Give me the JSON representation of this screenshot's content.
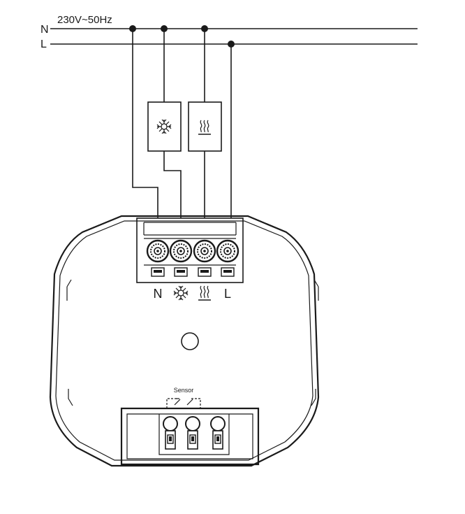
{
  "supply": {
    "voltage_label": "230V~50Hz",
    "line_n_label": "N",
    "line_l_label": "L"
  },
  "loads": [
    {
      "name": "cooling",
      "icon": "snowflake-icon"
    },
    {
      "name": "heating",
      "icon": "heat-waves-icon"
    }
  ],
  "terminal_block": {
    "labels": [
      "N",
      "",
      "",
      "L"
    ],
    "icons": [
      "",
      "snowflake-icon",
      "heat-waves-icon",
      ""
    ]
  },
  "sensor": {
    "label": "Sensor"
  },
  "colors": {
    "line": "#1a1a1a",
    "background": "#ffffff"
  }
}
